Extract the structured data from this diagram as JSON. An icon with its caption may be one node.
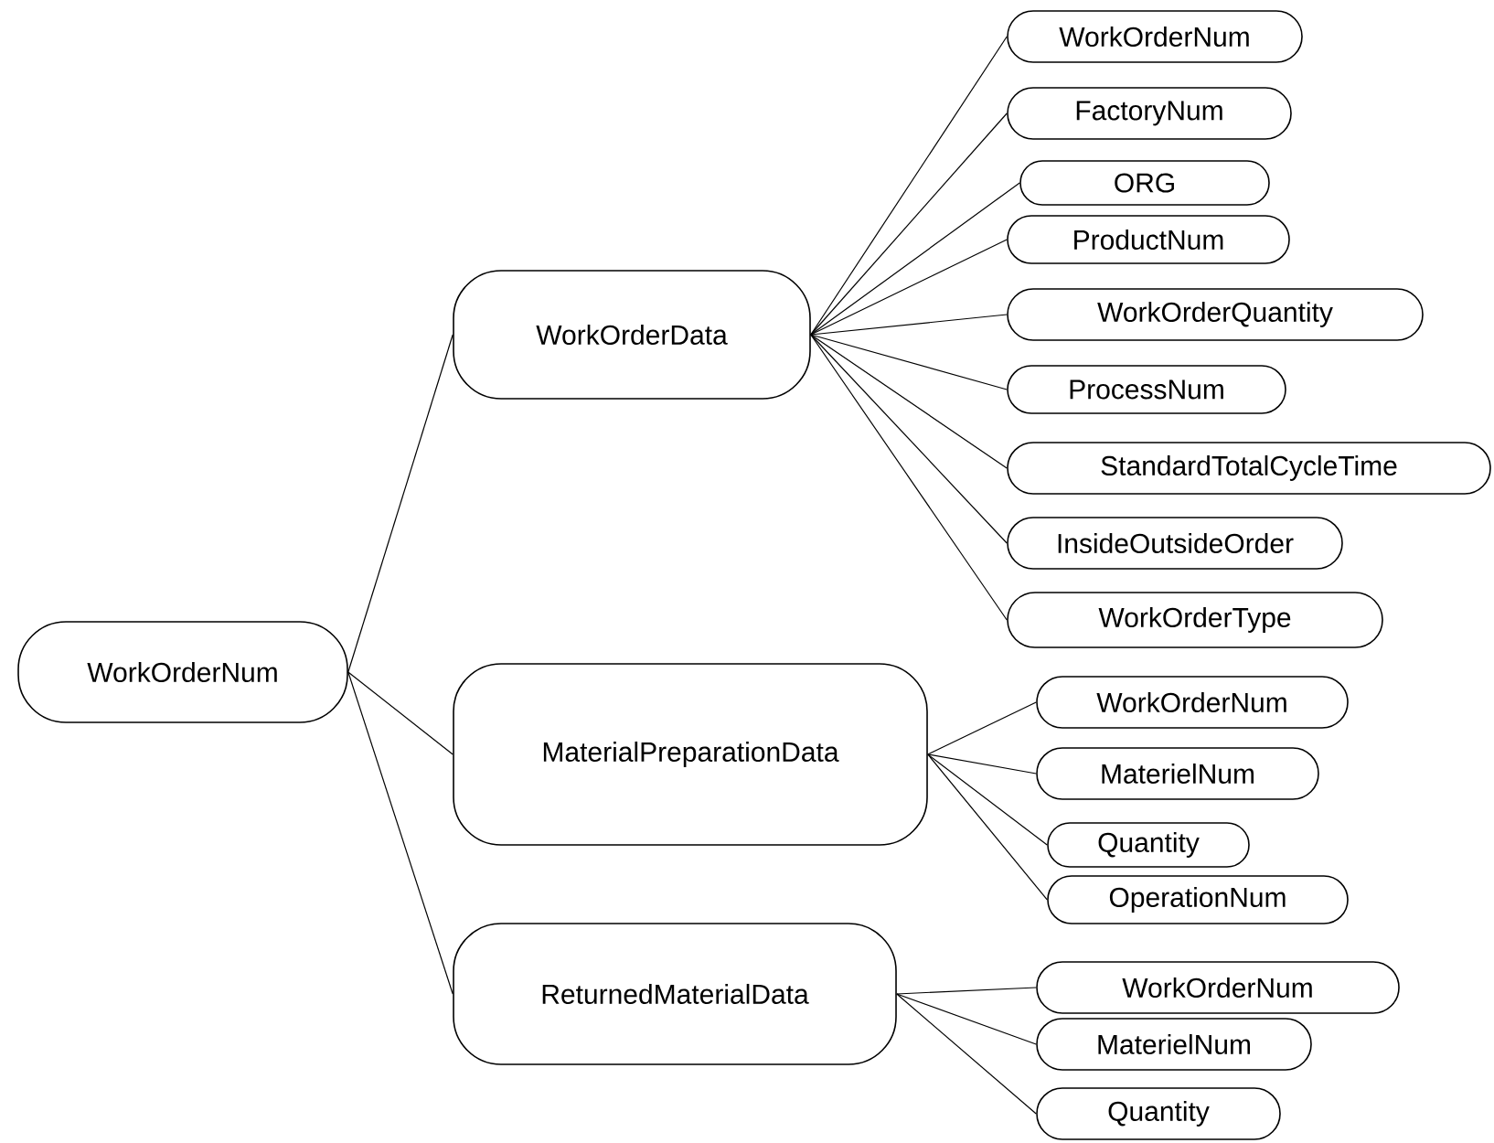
{
  "diagram": {
    "nodes": [
      {
        "text": [
          "WorkOrderNum"
        ]
      },
      {
        "text": [
          "WorkOrderData"
        ]
      },
      {
        "text": [
          "WorkOrderNum"
        ]
      },
      {
        "text": [
          "FactoryNum"
        ]
      },
      {
        "text": [
          "ORG"
        ]
      },
      {
        "text": [
          "ProductNum"
        ]
      },
      {
        "text": [
          "WorkOrderQuantity"
        ]
      },
      {
        "text": [
          "ProcessNum"
        ]
      },
      {
        "text": [
          "StandardTotalCycleTime"
        ]
      },
      {
        "text": [
          "InsideOutsideOrder"
        ]
      },
      {
        "text": [
          "WorkOrderType"
        ]
      },
      {
        "text": [
          "MaterialPreparationData"
        ]
      },
      {
        "text": [
          "WorkOrderNum"
        ]
      },
      {
        "text": [
          "MaterielNum"
        ]
      },
      {
        "text": [
          "Quantity"
        ]
      },
      {
        "text": [
          "OperationNum"
        ]
      },
      {
        "text": [
          "ReturnedMaterialData"
        ]
      },
      {
        "text": [
          "WorkOrderNum"
        ]
      },
      {
        "text": [
          "MaterielNum"
        ]
      },
      {
        "text": [
          "Quantity"
        ]
      }
    ],
    "edges": [
      {
        "from": 0,
        "to": 1,
        "arrow": "none"
      },
      {
        "from": 0,
        "to": 11,
        "arrow": "none"
      },
      {
        "from": 0,
        "to": 16,
        "arrow": "none"
      },
      {
        "from": 1,
        "to": 2,
        "arrow": "none"
      },
      {
        "from": 1,
        "to": 3,
        "arrow": "none"
      },
      {
        "from": 1,
        "to": 4,
        "arrow": "none"
      },
      {
        "from": 1,
        "to": 5,
        "arrow": "none"
      },
      {
        "from": 1,
        "to": 6,
        "arrow": "none"
      },
      {
        "from": 1,
        "to": 7,
        "arrow": "none"
      },
      {
        "from": 1,
        "to": 8,
        "arrow": "none"
      },
      {
        "from": 1,
        "to": 9,
        "arrow": "none"
      },
      {
        "from": 1,
        "to": 10,
        "arrow": "none"
      },
      {
        "from": 11,
        "to": 12,
        "arrow": "none"
      },
      {
        "from": 11,
        "to": 13,
        "arrow": "none"
      },
      {
        "from": 11,
        "to": 14,
        "arrow": "none"
      },
      {
        "from": 11,
        "to": 15,
        "arrow": "none"
      },
      {
        "from": 16,
        "to": 17,
        "arrow": "none"
      },
      {
        "from": 16,
        "to": 18,
        "arrow": "none"
      },
      {
        "from": 16,
        "to": 19,
        "arrow": "none"
      }
    ]
  }
}
